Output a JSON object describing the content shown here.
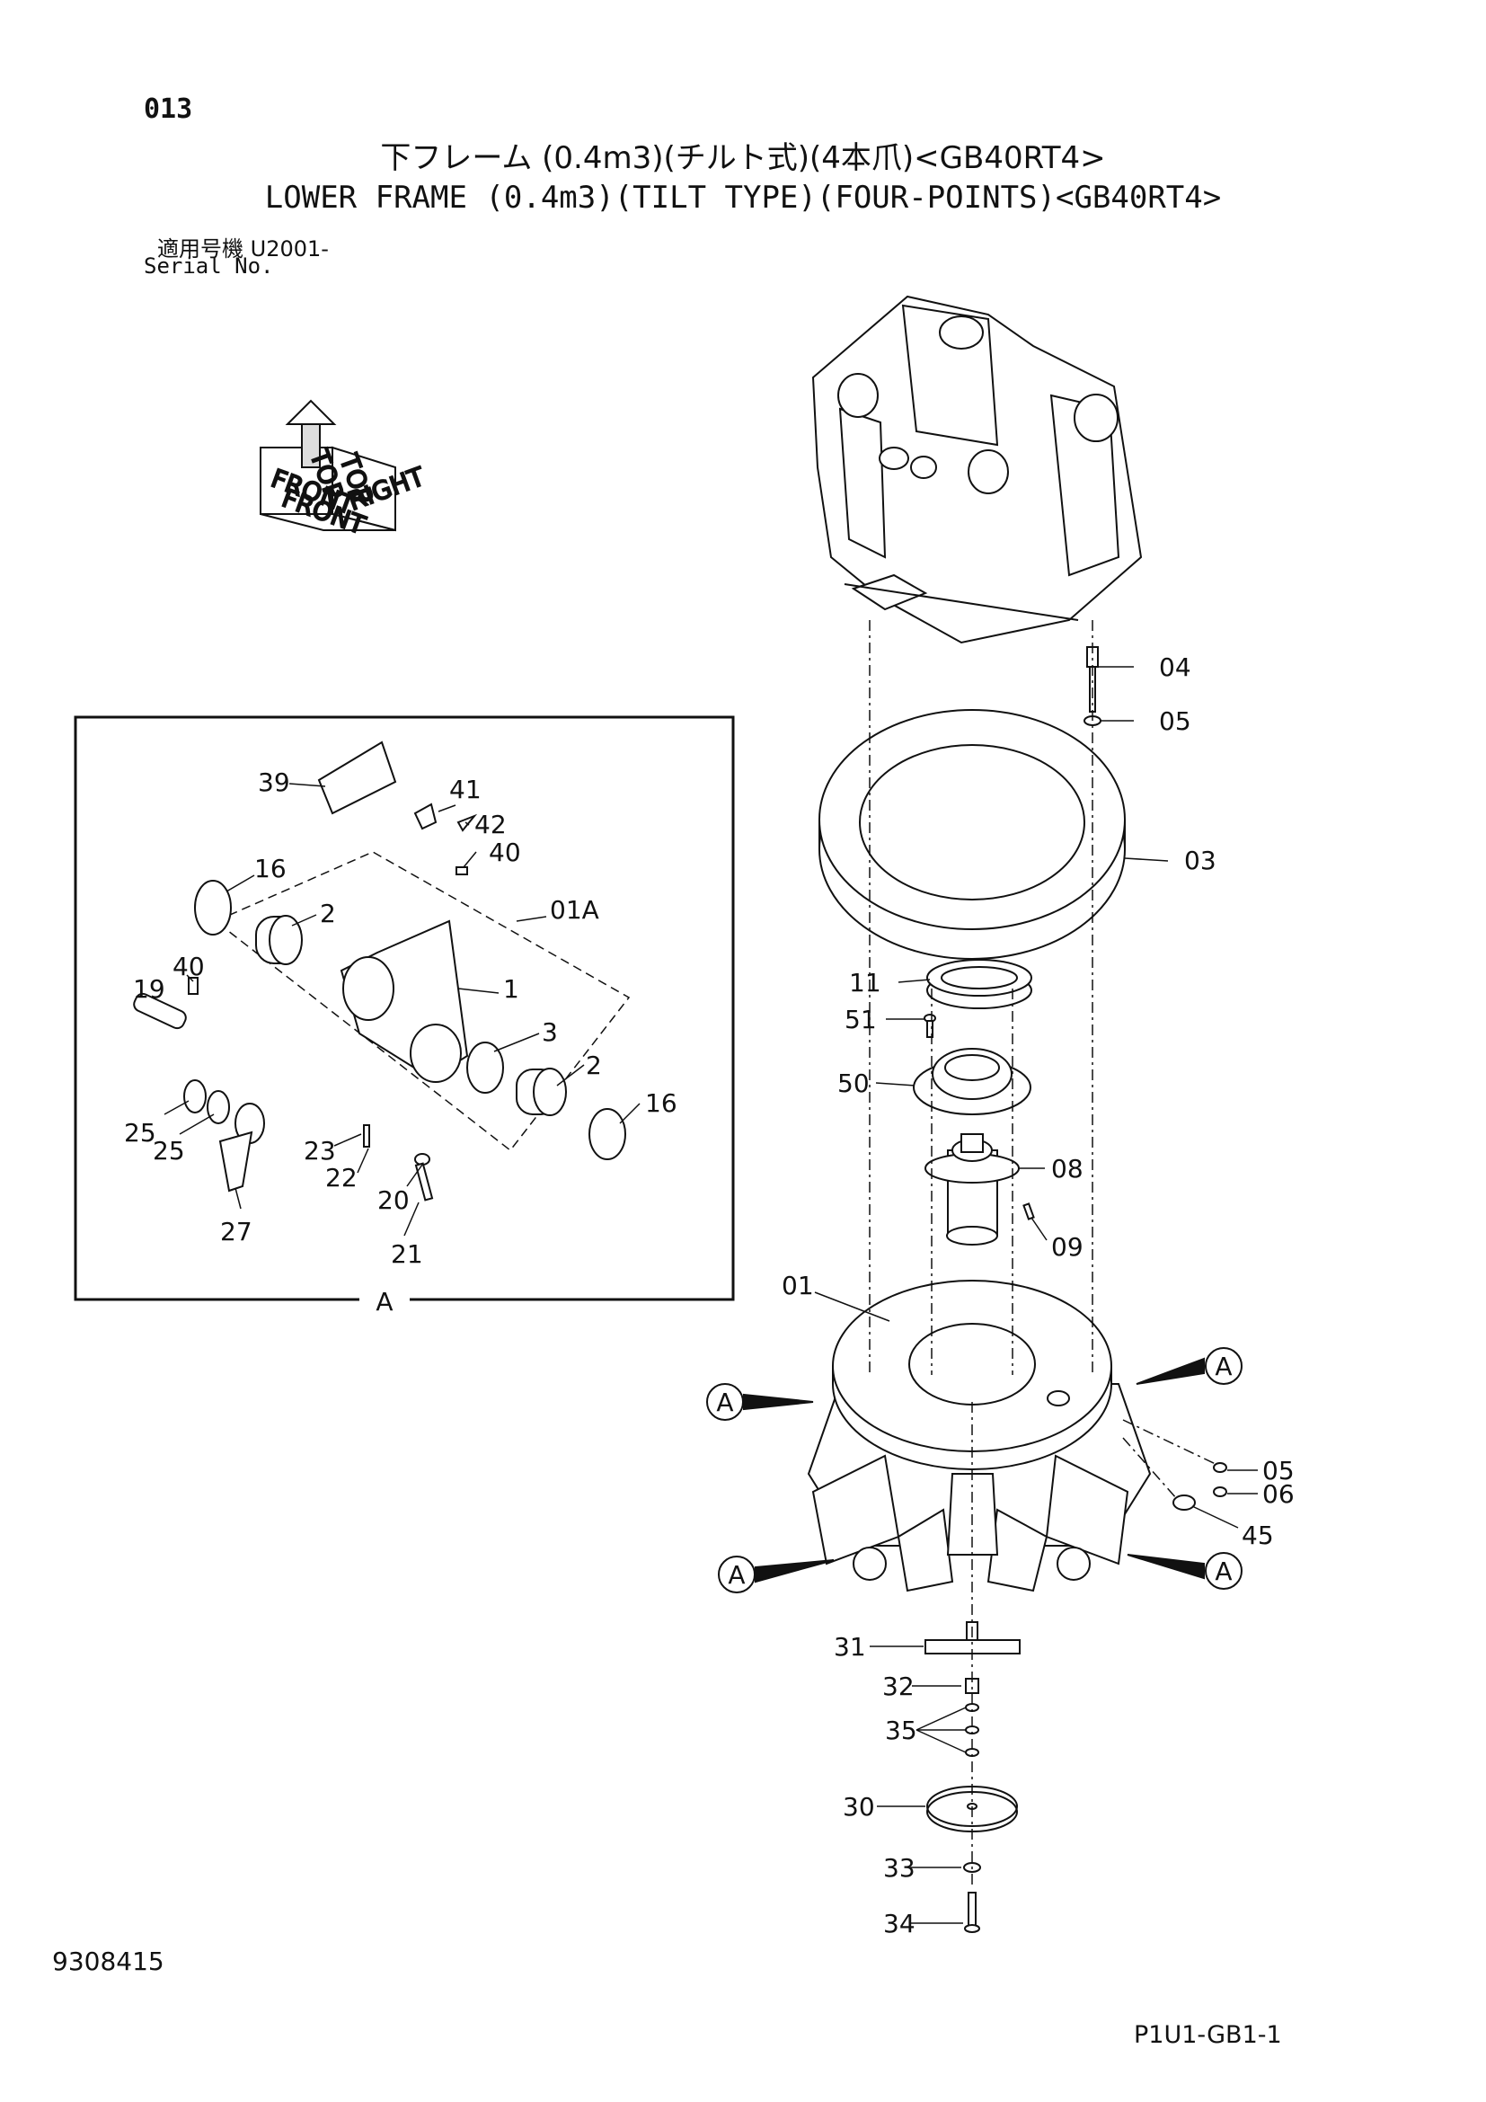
{
  "header": {
    "page_number": "013",
    "title_jp": "下フレーム (0.4m3)(チルト式)(4本爪)<GB40RT4>",
    "title_en": "LOWER FRAME (0.4m3)(TILT TYPE)(FOUR-POINTS)<GB40RT4>",
    "serial_label_jp": "適用号機  U2001-",
    "serial_label_en": "Serial No."
  },
  "footer": {
    "document_number": "9308415",
    "sheet_code": "P1U1-GB1-1"
  },
  "orientation_icon": {
    "labels": [
      "FRONT",
      "TOP",
      "TOP",
      "RIGHT",
      "FRONT"
    ]
  },
  "detail_view": {
    "label": "A",
    "callouts": [
      "39",
      "41",
      "42",
      "40",
      "16",
      "2",
      "01A",
      "40",
      "19",
      "1",
      "3",
      "2",
      "16",
      "25",
      "25",
      "27",
      "23",
      "22",
      "20",
      "21"
    ]
  },
  "main_view": {
    "callouts": [
      "04",
      "05",
      "03",
      "11",
      "51",
      "50",
      "08",
      "09",
      "01",
      "05",
      "06",
      "45",
      "31",
      "32",
      "35",
      "30",
      "33",
      "34"
    ],
    "section_markers": [
      "A",
      "A",
      "A",
      "A"
    ]
  }
}
